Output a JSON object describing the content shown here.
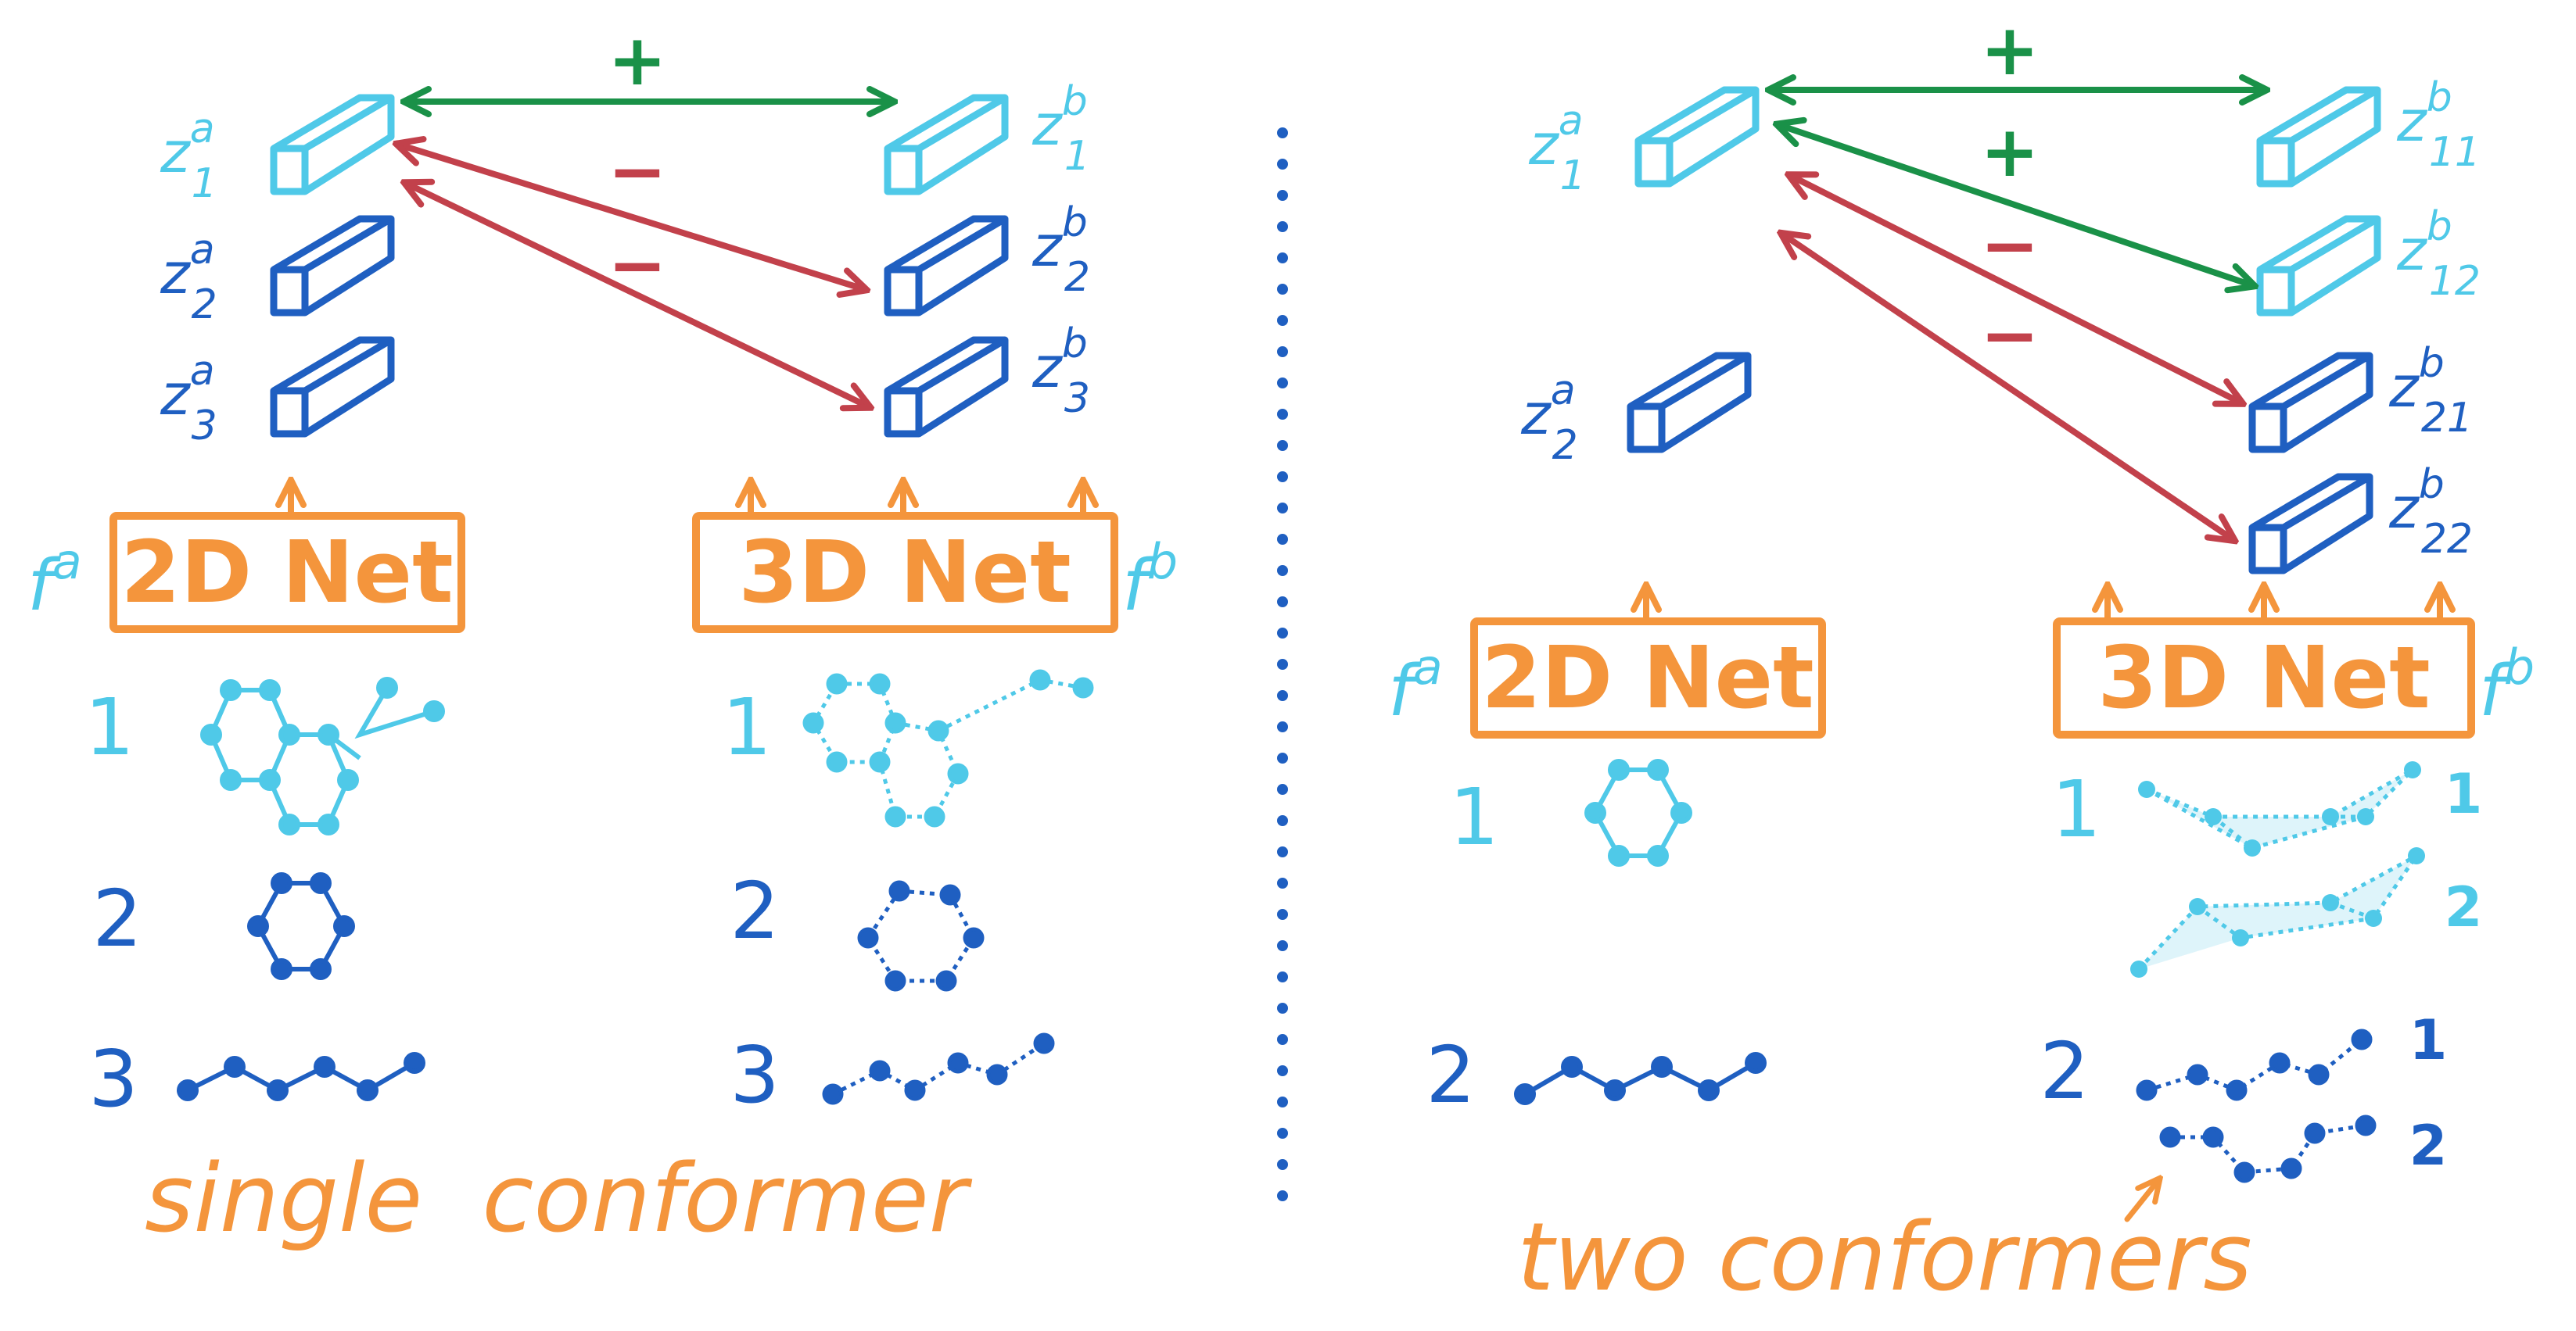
{
  "colors": {
    "light_blue": "#4fc9e8",
    "dark_blue": "#1f5fc1",
    "orange": "#f4953c",
    "green": "#1a9148",
    "red": "#c2414b",
    "divider": "#1f5fc1"
  },
  "left": {
    "embeddings_a": [
      {
        "base": "z",
        "sup": "a",
        "sub": "1",
        "color": "light_blue"
      },
      {
        "base": "z",
        "sup": "a",
        "sub": "2",
        "color": "dark_blue"
      },
      {
        "base": "z",
        "sup": "a",
        "sub": "3",
        "color": "dark_blue"
      }
    ],
    "embeddings_b": [
      {
        "base": "z",
        "sup": "b",
        "sub": "1",
        "color": "light_blue"
      },
      {
        "base": "z",
        "sup": "b",
        "sub": "2",
        "color": "dark_blue"
      },
      {
        "base": "z",
        "sup": "b",
        "sub": "3",
        "color": "dark_blue"
      }
    ],
    "plus_signs": [
      "+"
    ],
    "minus_signs": [
      "−",
      "−"
    ],
    "encoder_a": {
      "fn_base": "f",
      "fn_sup": "a",
      "label": "2D Net"
    },
    "encoder_b": {
      "fn_base": "f",
      "fn_sup": "b",
      "label": "3D Net"
    },
    "mol_numbers_a": [
      "1",
      "2",
      "3"
    ],
    "mol_numbers_b": [
      "1",
      "2",
      "3"
    ],
    "caption": "single  conformer"
  },
  "right": {
    "embeddings_a": [
      {
        "base": "z",
        "sup": "a",
        "sub": "1",
        "color": "light_blue"
      },
      {
        "base": "z",
        "sup": "a",
        "sub": "2",
        "color": "dark_blue"
      }
    ],
    "embeddings_b": [
      {
        "base": "z",
        "sup": "b",
        "sub": "11",
        "color": "light_blue"
      },
      {
        "base": "z",
        "sup": "b",
        "sub": "12",
        "color": "light_blue"
      },
      {
        "base": "z",
        "sup": "b",
        "sub": "21",
        "color": "dark_blue"
      },
      {
        "base": "z",
        "sup": "b",
        "sub": "22",
        "color": "dark_blue"
      }
    ],
    "plus_signs": [
      "+",
      "+"
    ],
    "minus_signs": [
      "−",
      "−"
    ],
    "encoder_a": {
      "fn_base": "f",
      "fn_sup": "a",
      "label": "2D Net"
    },
    "encoder_b": {
      "fn_base": "f",
      "fn_sup": "b",
      "label": "3D Net"
    },
    "mol_numbers_a": [
      "1",
      "2"
    ],
    "mol_numbers_b": [
      "1",
      "2"
    ],
    "conformer_numbers_1": [
      "1",
      "2"
    ],
    "conformer_numbers_2": [
      "1",
      "2"
    ],
    "caption": "two conformers"
  }
}
